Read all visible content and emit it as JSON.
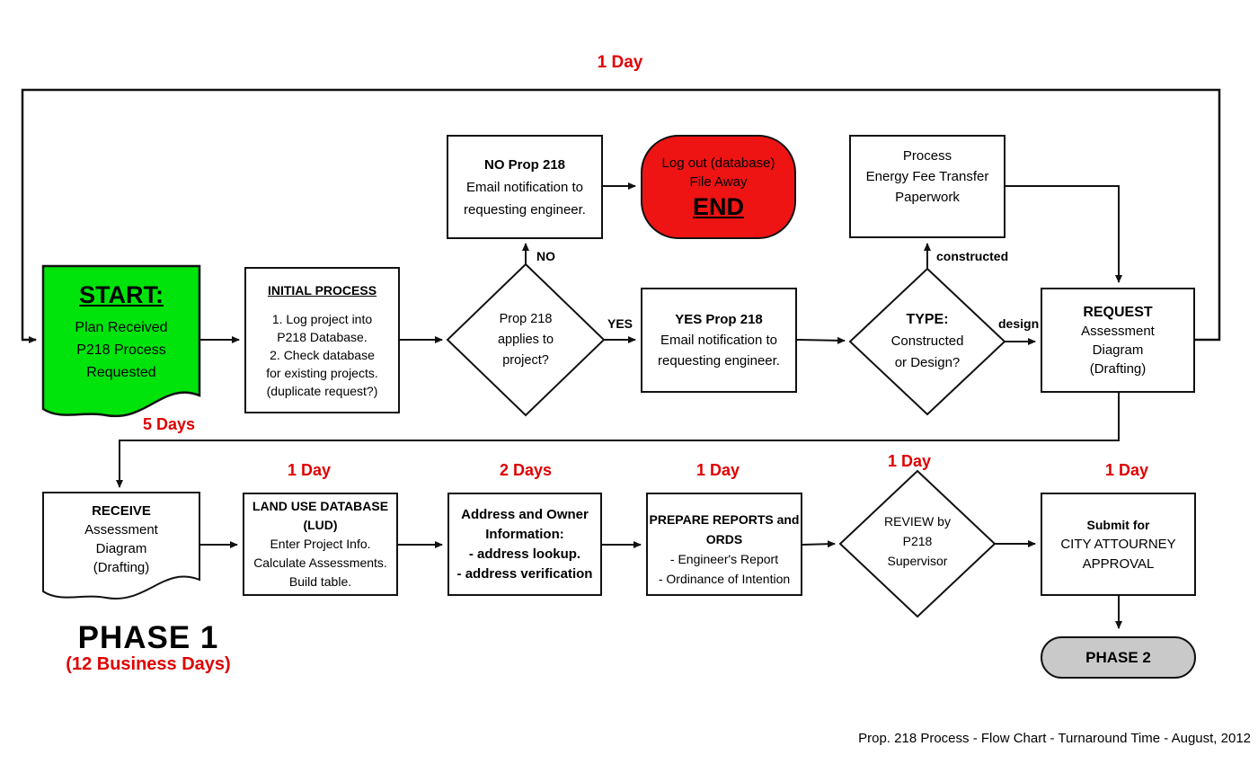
{
  "caption": "Prop. 218 Process - Flow Chart - Turnaround Time - August, 2012",
  "phase1": {
    "title": "PHASE 1",
    "subtitle": "(12 Business Days)"
  },
  "timing_labels": {
    "loop_top": "1 Day",
    "five_days": "5 Days",
    "lud": "1 Day",
    "address": "2 Days",
    "prepare": "1 Day",
    "review": "1 Day",
    "submit": "1 Day"
  },
  "branch_labels": {
    "no": "NO",
    "yes": "YES",
    "constructed": "constructed",
    "design": "design"
  },
  "nodes": {
    "start": {
      "title": "START:",
      "lines": [
        "Plan Received",
        "P218 Process",
        "Requested"
      ]
    },
    "initial_process": {
      "title": "INITIAL PROCESS",
      "lines": [
        "1. Log project into",
        "P218 Database.",
        "2. Check database",
        "for existing projects.",
        "(duplicate request?)"
      ]
    },
    "no_prop218": {
      "title": "NO Prop 218",
      "lines": [
        "Email notification to",
        "requesting engineer."
      ]
    },
    "end": {
      "lines": [
        "Log out (database)",
        "File Away"
      ],
      "title": "END"
    },
    "process_energy": {
      "lines": [
        "Process",
        "Energy Fee Transfer",
        "Paperwork"
      ]
    },
    "prop218_applies": {
      "lines": [
        "Prop 218",
        "applies to",
        "project?"
      ]
    },
    "yes_prop218": {
      "title": "YES Prop 218",
      "lines": [
        "Email notification to",
        "requesting engineer."
      ]
    },
    "type": {
      "title": "TYPE:",
      "lines": [
        "Constructed",
        "or Design?"
      ]
    },
    "request": {
      "title": "REQUEST",
      "lines": [
        "Assessment",
        "Diagram",
        "(Drafting)"
      ]
    },
    "receive": {
      "title": "RECEIVE",
      "lines": [
        "Assessment",
        "Diagram",
        "(Drafting)"
      ]
    },
    "lud": {
      "title": "LAND USE DATABASE",
      "title2": "(LUD)",
      "lines": [
        "Enter Project Info.",
        "Calculate Assessments.",
        "Build table."
      ]
    },
    "address": {
      "lines": [
        "Address and Owner",
        "Information:",
        "- address lookup.",
        "- address verification"
      ]
    },
    "prepare": {
      "title": "PREPARE REPORTS and",
      "title2": "ORDS",
      "lines": [
        "- Engineer's Report",
        "- Ordinance of Intention"
      ]
    },
    "review": {
      "lines": [
        "REVIEW by",
        "P218",
        "Supervisor"
      ]
    },
    "submit": {
      "title": "Submit for",
      "lines": [
        "CITY ATTOURNEY",
        "APPROVAL"
      ]
    },
    "phase2": {
      "title": "PHASE 2"
    }
  },
  "colors": {
    "start_fill": "#00e40c",
    "end_fill": "#ee1414",
    "phase2_fill": "#c9c9c9",
    "red_label": "#e00000",
    "line": "#111111"
  }
}
